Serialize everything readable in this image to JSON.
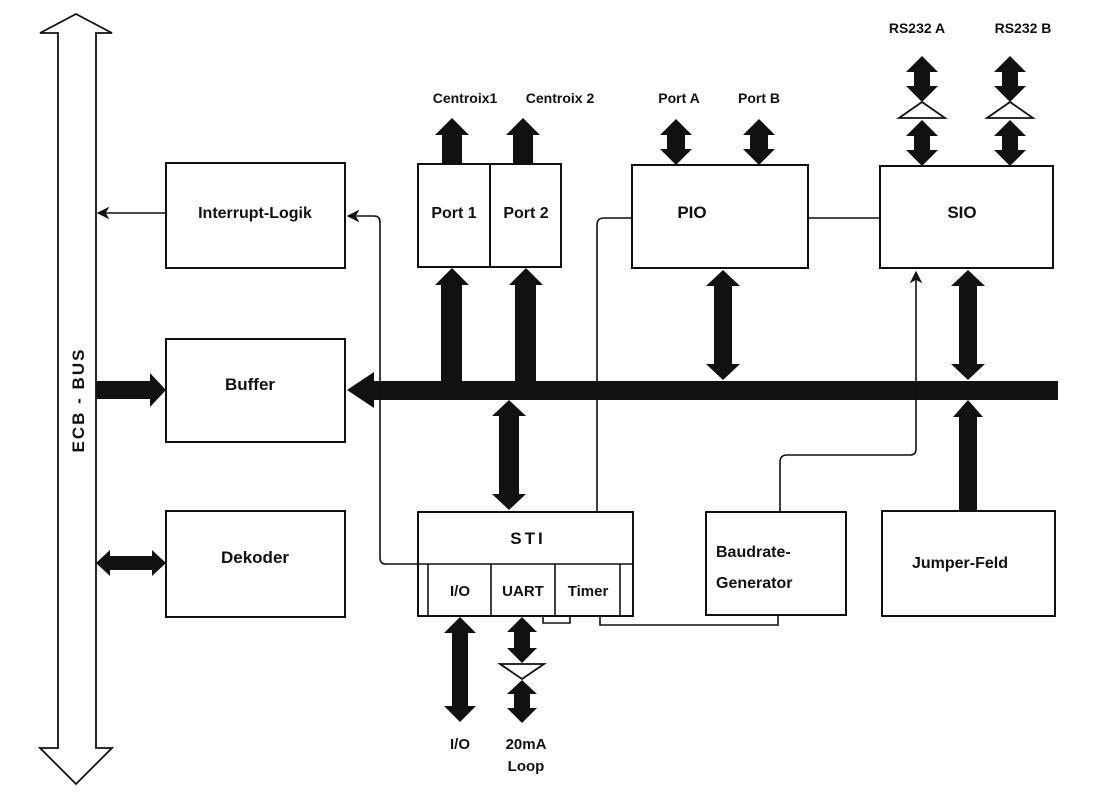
{
  "diagram": {
    "bus_label": "ECB - BUS",
    "blocks": {
      "interrupt": "Interrupt-Logik",
      "buffer": "Buffer",
      "dekoder": "Dekoder",
      "port1": "Port 1",
      "port2": "Port 2",
      "pio": "PIO",
      "sio": "SIO",
      "sti": "STI",
      "sti_io": "I/O",
      "sti_uart": "UART",
      "sti_timer": "Timer",
      "baud_line1": "Baudrate-",
      "baud_line2": "Generator",
      "jumper": "Jumper-Feld"
    },
    "external": {
      "centronics1": "Centroix1",
      "centronics2": "Centroix 2",
      "port_a": "Port A",
      "port_b": "Port B",
      "rs232a": "RS232 A",
      "rs232b": "RS232 B",
      "io_out": "I/O",
      "loop_line1": "20mA",
      "loop_line2": "Loop"
    }
  }
}
